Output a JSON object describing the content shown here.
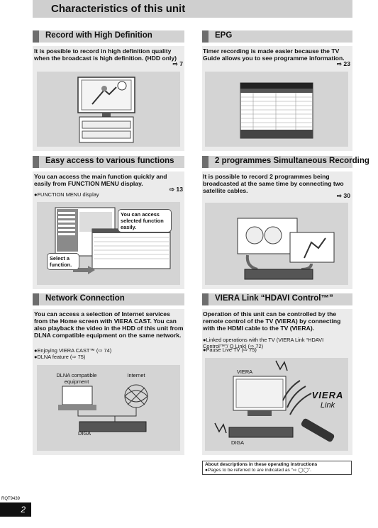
{
  "page_title": "Characteristics of this unit",
  "sections": {
    "record": {
      "heading": "Record with High Definition",
      "text": "It is possible to record in high definition quality when the broadcast is high definition. (HDD only)",
      "ref": "⇨ 7"
    },
    "epg": {
      "heading": "EPG",
      "text": "Timer recording is made easier because the TV Guide allows you to see programme information.",
      "ref": "⇨ 23"
    },
    "access": {
      "heading": "Easy access to various functions",
      "text": "You can access the main function quickly and easily from FUNCTION MENU display.",
      "ref": "⇨ 13",
      "bullet": "●FUNCTION MENU display",
      "callout1": "You can access selected function easily.",
      "callout2": "Select a function."
    },
    "dual": {
      "heading": "2 programmes Simultaneous Recording",
      "text": "It is possible to record 2 programmes being broadcasted at the same time by connecting two satellite cables.",
      "ref": "⇨ 30"
    },
    "network": {
      "heading": "Network Connection",
      "text": "You can access a selection of Internet services from the Home screen with VIERA CAST. You can also playback the video in the HDD of this unit from DLNA compatible equipment on the same network.",
      "bullet1": "●Enjoying VIERA CAST™ (⇨ 74)",
      "bullet2": "●DLNA feature (⇨ 75)",
      "label_dlna": "DLNA compatible equipment",
      "label_internet": "Internet",
      "label_diga": "DIGA"
    },
    "viera": {
      "heading": "VIERA Link “HDAVI Control™”",
      "text": "Operation of this unit can be controlled by the remote control of the TV (VIERA) by connecting with the HDMI cable to the TV (VIERA).",
      "bullet1": "●Linked operations with the TV (VIERA Link “HDAVI Control™”/ Q Link) (⇨ 72)",
      "bullet2": "●Pause Live TV (⇨ 75)",
      "label_viera": "VIERA",
      "label_diga": "DIGA",
      "logo_top": "VIERA",
      "logo_bottom": "Link"
    }
  },
  "note": {
    "title": "About descriptions in these operating instructions",
    "text": "●Pages to be referred to are indicated as “⇨ ◯◯”."
  },
  "footer": {
    "code": "RQT9439",
    "page_number": "2"
  }
}
